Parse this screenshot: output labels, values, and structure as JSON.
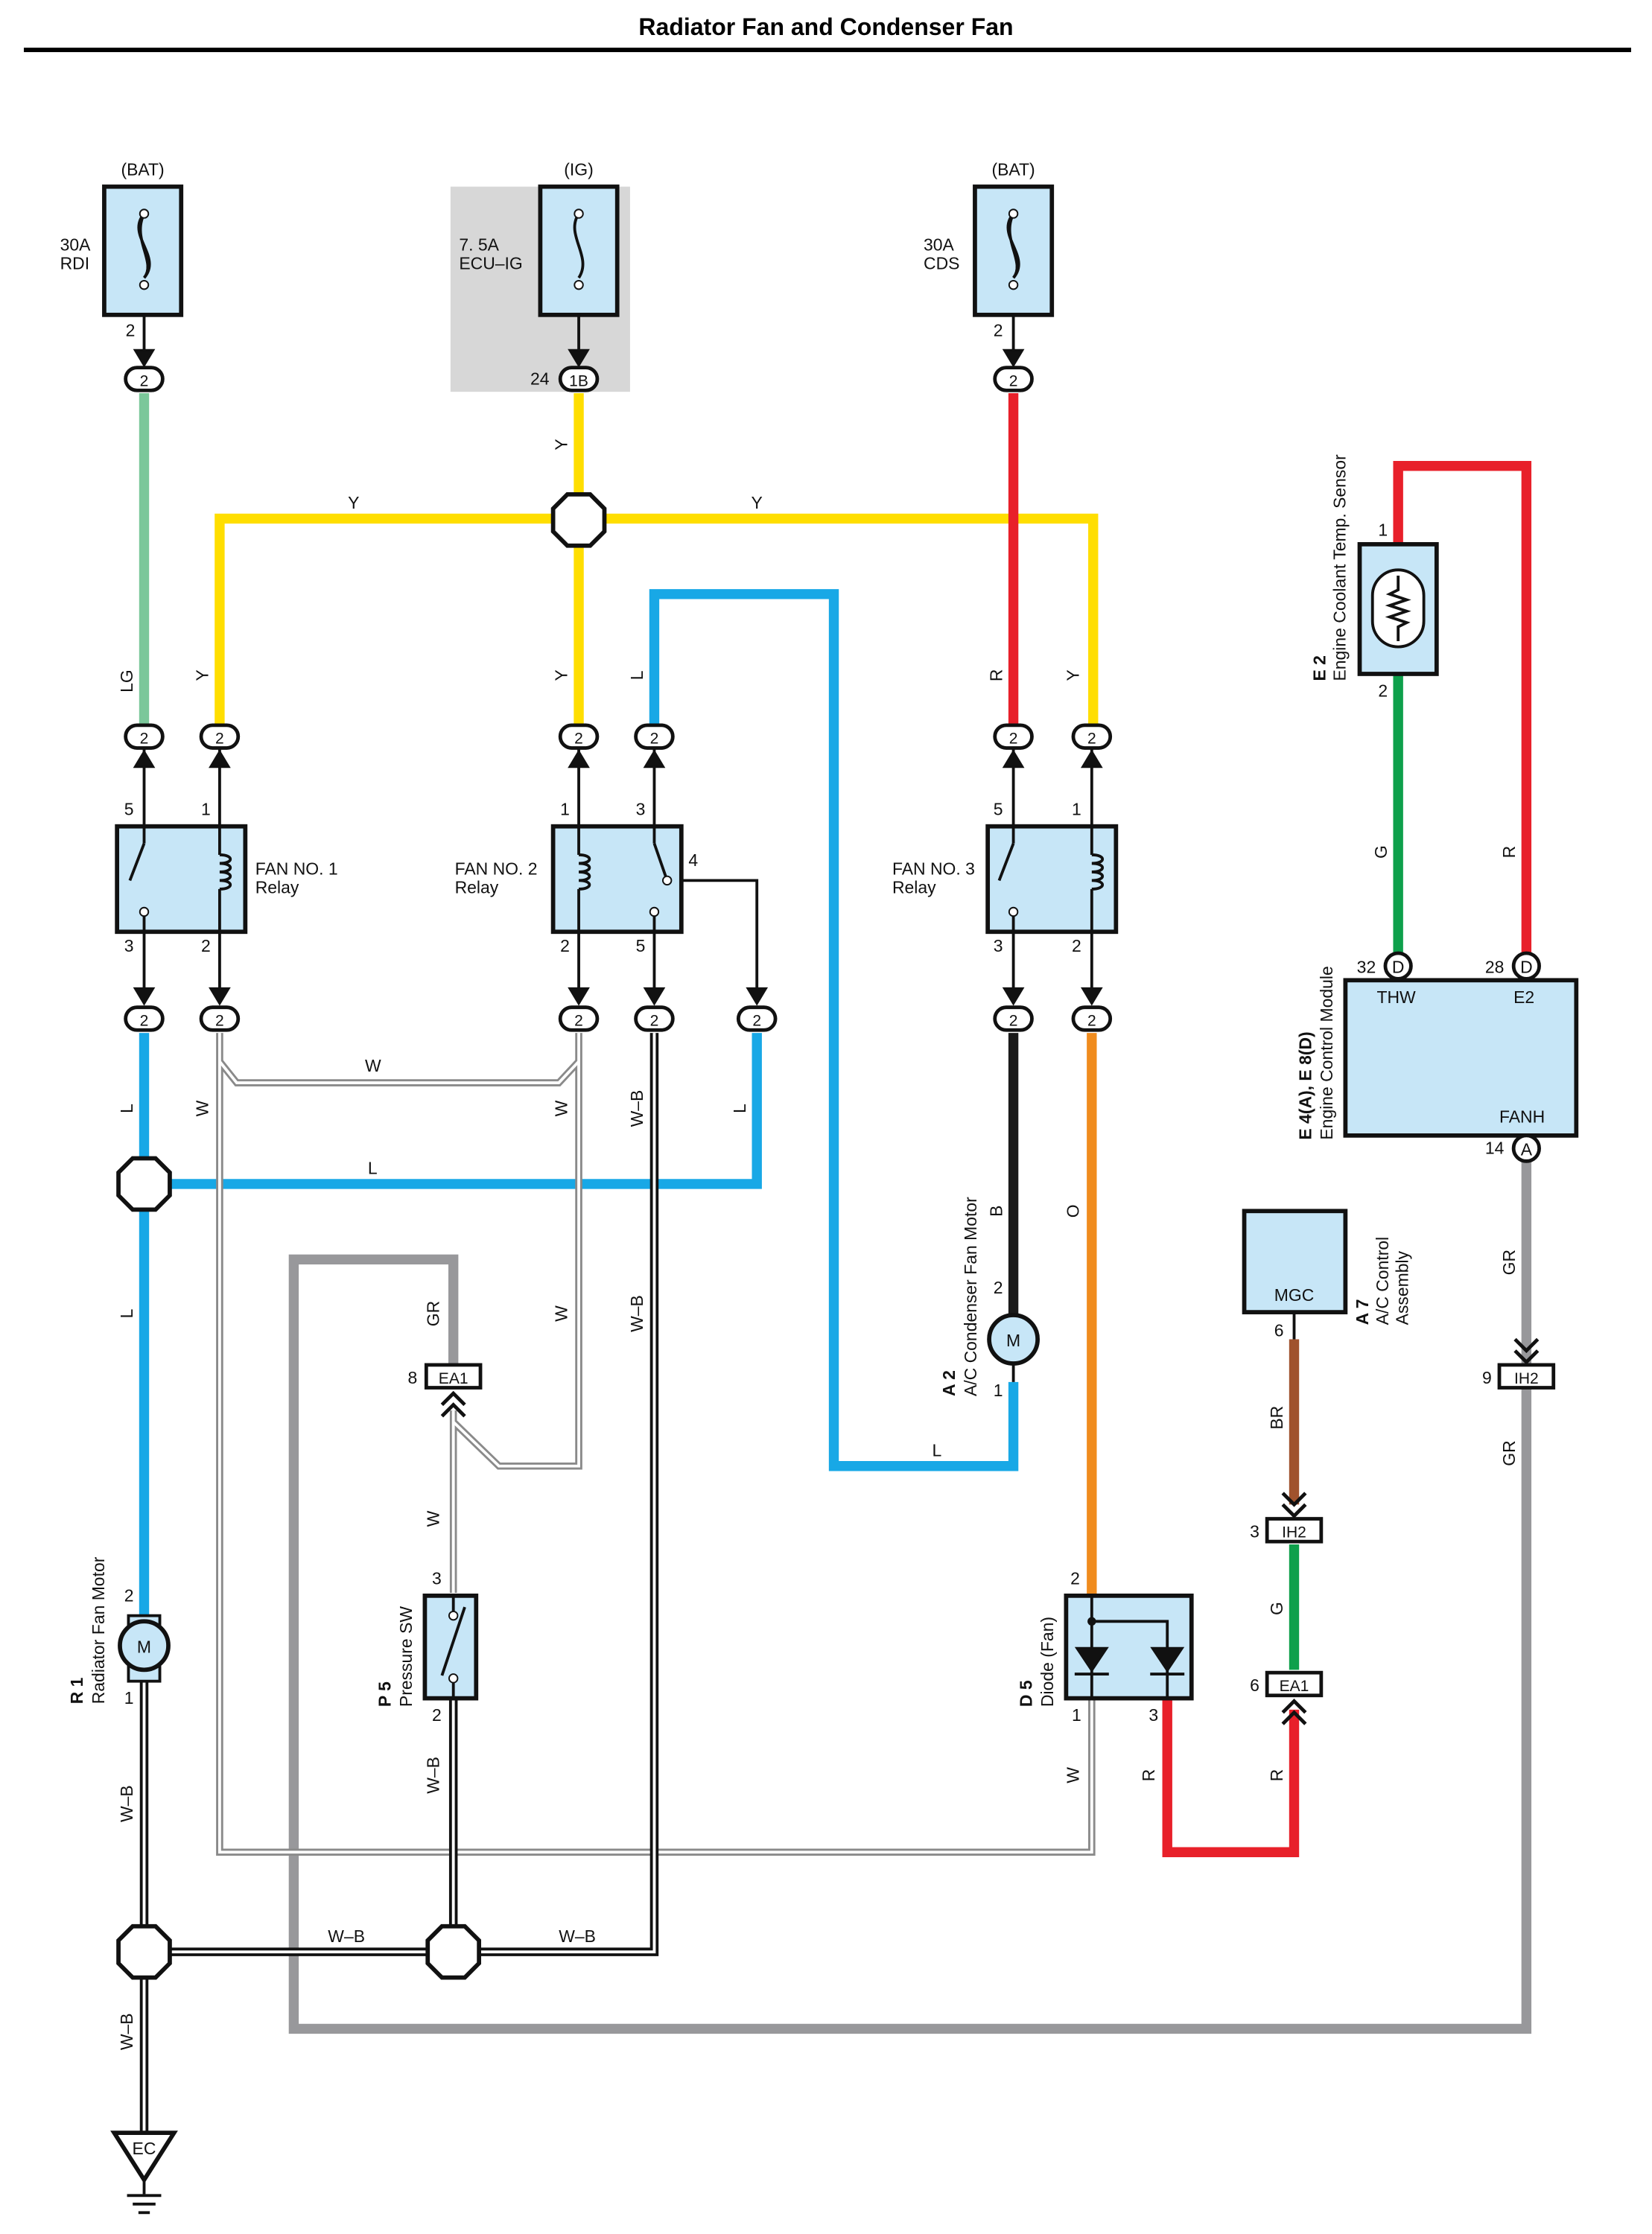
{
  "title": "Radiator Fan and Condenser Fan",
  "colors": {
    "Y": "#FFDE00",
    "LG": "#7BC79A",
    "L": "#18A8E6",
    "R": "#E8202A",
    "B": "#1A1A1A",
    "O": "#F08C1E",
    "G": "#0EA04B",
    "GR": "#98989B",
    "BR": "#A0522D",
    "W": "#ffffff",
    "component": "#C7E6F7"
  },
  "power": {
    "bat1": {
      "label": "(BAT)",
      "fuse": [
        "30A",
        "RDI"
      ],
      "pin": "2",
      "conn": "2"
    },
    "ig": {
      "label": "(IG)",
      "fuse": [
        "7. 5A",
        "ECU–IG"
      ],
      "pin": "24",
      "conn": "1B"
    },
    "bat2": {
      "label": "(BAT)",
      "fuse": [
        "30A",
        "CDS"
      ],
      "pin": "2",
      "conn": "2"
    }
  },
  "relays": {
    "r1": {
      "name": [
        "FAN NO. 1",
        "Relay"
      ],
      "pins": {
        "p5": "5",
        "p1": "1",
        "p3": "3",
        "p2": "2"
      }
    },
    "r2": {
      "name": [
        "FAN NO. 2",
        "Relay"
      ],
      "pins": {
        "p1": "1",
        "p3": "3",
        "p4": "4",
        "p2": "2",
        "p5": "5"
      }
    },
    "r3": {
      "name": [
        "FAN NO. 3",
        "Relay"
      ],
      "pins": {
        "p5": "5",
        "p1": "1",
        "p3": "3",
        "p2": "2"
      }
    }
  },
  "conn2": "2",
  "wire_labels": {
    "Y": "Y",
    "LG": "LG",
    "L": "L",
    "R": "R",
    "W": "W",
    "WB": "W–B",
    "B": "B",
    "O": "O",
    "G": "G",
    "GR": "GR",
    "BR": "BR"
  },
  "sensor": {
    "code": "E 2",
    "name": "Engine Coolant Temp.  Sensor",
    "pin1": "1",
    "pin2": "2"
  },
  "ecm": {
    "code": "E 4(A), E 8(D)",
    "name": "Engine Control Module",
    "thw": "THW",
    "e2": "E2",
    "fanh": "FANH",
    "pin32": "32",
    "pin28": "28",
    "pin14": "14",
    "connD": "D",
    "connA": "A"
  },
  "condenser_motor": {
    "code": "A 2",
    "name": "A/C Condenser Fan Motor",
    "pin2": "2",
    "pin1": "1",
    "symbol": "M"
  },
  "radiator_motor": {
    "code": "R 1",
    "name": "Radiator Fan Motor",
    "pin2": "2",
    "pin1": "1",
    "symbol": "M"
  },
  "pressure_sw": {
    "code": "P 5",
    "name": "Pressure SW",
    "pin3": "3",
    "pin2": "2"
  },
  "diode": {
    "code": "D 5",
    "name": "Diode (Fan)",
    "pin2": "2",
    "pin1": "1",
    "pin3": "3"
  },
  "ac_control": {
    "code": "A 7",
    "name": [
      "A/C Control",
      "Assembly"
    ],
    "mgc": "MGC",
    "pin6": "6"
  },
  "connectors": {
    "ea1_top": {
      "pin": "8",
      "name": "EA1"
    },
    "ih2_right": {
      "pin": "9",
      "name": "IH2"
    },
    "ih2_mid": {
      "pin": "3",
      "name": "IH2"
    },
    "ea1_bottom": {
      "pin": "6",
      "name": "EA1"
    }
  },
  "ground": "EC"
}
